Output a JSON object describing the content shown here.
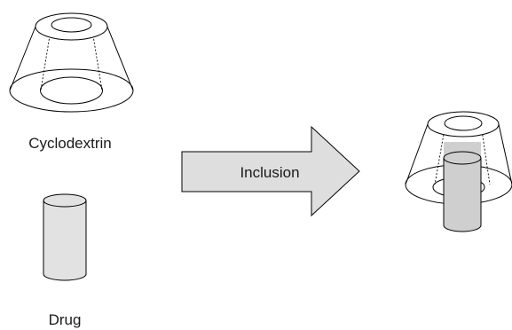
{
  "labels": {
    "cyclodextrin": "Cyclodextrin",
    "drug": "Drug",
    "arrow": "Inclusion"
  },
  "colors": {
    "stroke": "#000000",
    "arrow_fill": "#dedede",
    "drug_fill": "#e2e2e2",
    "drug_inside_fill": "#cfcfcf",
    "text": "#1a1a1a"
  }
}
